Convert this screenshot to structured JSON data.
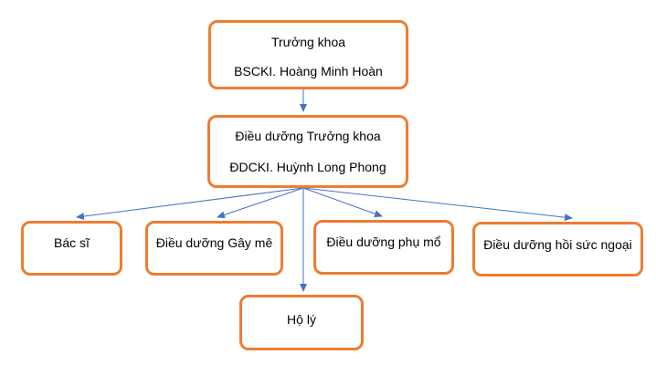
{
  "nodes": {
    "head": {
      "title": "Trưởng khoa",
      "name": "BSCKI. Hoàng Minh Hoàn"
    },
    "head_nurse": {
      "title": "Điều dưỡng Trưởng khoa",
      "name": "ĐDCKI. Huỳnh Long Phong"
    },
    "doctors": {
      "title": "Bác sĩ"
    },
    "anesthesia_nurse": {
      "title": "Điều dưỡng Gây mê"
    },
    "surgical_assistant_nurse": {
      "title": "Điều dưỡng phụ mổ"
    },
    "surgical_icu_nurse": {
      "title": "Điều dưỡng hồi sức ngoại"
    },
    "orderly": {
      "title": "Hộ lý"
    }
  },
  "colors": {
    "box_border": "#ED7D31",
    "connector": "#4472C4",
    "text": "#000000"
  }
}
